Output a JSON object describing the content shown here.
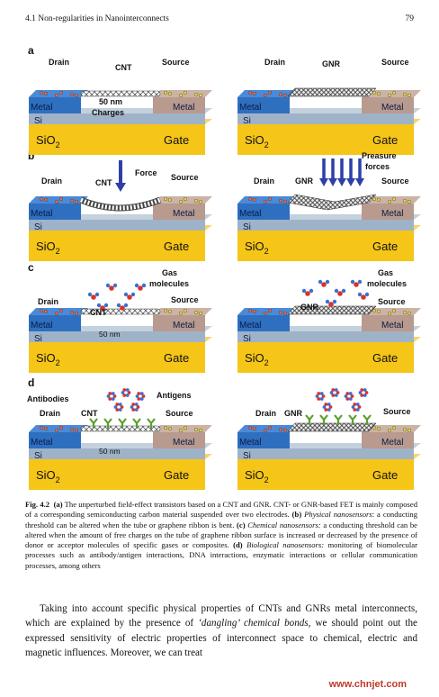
{
  "header": {
    "section": "4.1   Non-regularities in Nanointerconnects",
    "page_number": "79"
  },
  "panels": {
    "a": "a",
    "b": "b",
    "c": "c",
    "d": "d"
  },
  "labels": {
    "drain": "Drain",
    "source": "Source",
    "cnt": "CNT",
    "gnr": "GNR",
    "metal": "Metal",
    "si": "Si",
    "gate": "Gate",
    "sio2": "SiO",
    "sio2_sub": "2",
    "nm50": "50 nm",
    "charges": "Charges",
    "force": "Force",
    "pressure_1": "Preasure",
    "pressure_2": "forces",
    "gas_1": "Gas",
    "gas_2": "molecules",
    "antibodies": "Antibodies",
    "antigens": "Antigens"
  },
  "caption": {
    "fig_label": "Fig. 4.2",
    "part_a": "(a)",
    "text_a": " The unperturbed field-effect transistors based on a CNT and GNR. CNT- or GNR-based FET is mainly composed of a corresponding semiconducting carbon material suspended over two electrodes. ",
    "part_b": "(b)",
    "title_b": " Physical nanosensors",
    "text_b": ": a conducting threshold can be altered when the tube or graphene ribbon is bent. ",
    "part_c": "(c)",
    "title_c": " Chemical nanosensors:",
    "text_c": " a conducting threshold can be altered when the amount of free charges on the tube of graphene ribbon surface is increased or decreased by the presence of donor or acceptor molecules of specific gases or composites. ",
    "part_d": "(d)",
    "title_d": "Biological nanosensors:",
    "text_d": " monitoring of biomolecular processes such as antibody/antigen interactions, DNA interactions, enzymatic interactions or cellular communication processes, among others"
  },
  "body": {
    "text_1": "Taking into account specific physical properties of CNTs and GNRs metal interconnects, which are explained by the presence of ",
    "emph": "‘dangling’ chemical bonds",
    "text_2": ", we should point out the expressed sensitivity of electric properties of interconnect space to chemical, electric and magnetic influences. Moreover, we can treat"
  },
  "watermark": "www.chnjet.com",
  "colors": {
    "gate": "#f5c518",
    "si": "#9fb3c8",
    "drain_metal": "#2e6fbf",
    "source_metal": "#b89a8e",
    "arrow": "#2e3fa8"
  }
}
